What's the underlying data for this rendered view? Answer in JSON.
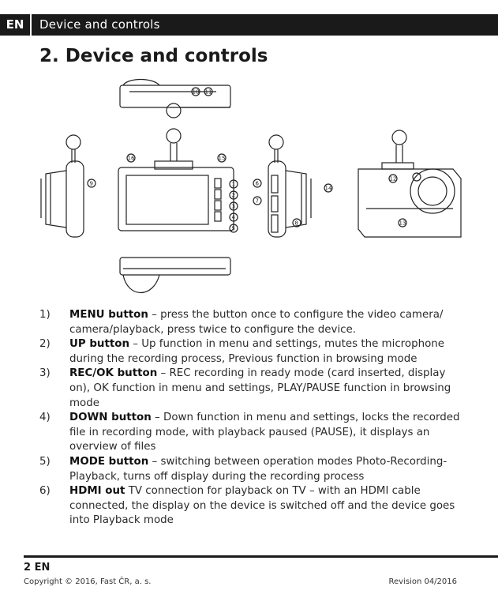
{
  "header": {
    "lang": "EN",
    "section": "Device and controls"
  },
  "title": "2. Device and controls",
  "figure": {
    "callouts": [
      "1",
      "2",
      "3",
      "4",
      "5",
      "6",
      "7",
      "8",
      "9",
      "10",
      "11",
      "12",
      "13",
      "14",
      "15",
      "16"
    ]
  },
  "items": [
    {
      "num": "1)",
      "label": "MENU button",
      "text": " – press the button once to configure the video camera/ camera/playback, press twice to configure the device."
    },
    {
      "num": "2)",
      "label": "UP button",
      "text": " – Up function in menu and settings, mutes the microphone during the recording process, Previous function in browsing mode"
    },
    {
      "num": "3)",
      "label": "REC/OK button",
      "text": " – REC recording in ready mode (card inserted, display on), OK function in menu and settings, PLAY/PAUSE function in browsing mode"
    },
    {
      "num": "4)",
      "label": "DOWN button",
      "text": " – Down function in menu and settings, locks the recorded file in recording mode, with playback paused (PAUSE), it displays an overview of files"
    },
    {
      "num": "5)",
      "label": "MODE button",
      "text": " – switching between operation modes Photo-Recording-Playback, turns off display during the recording process"
    },
    {
      "num": "6)",
      "label": "HDMI out",
      "text": " TV connection for playback on TV – with an HDMI cable connected, the display on the device is switched off and the device goes into Playback mode"
    }
  ],
  "footer": {
    "page": "2 EN",
    "copyright": "Copyright © 2016, Fast ČR, a. s.",
    "revision": "Revision 04/2016"
  }
}
